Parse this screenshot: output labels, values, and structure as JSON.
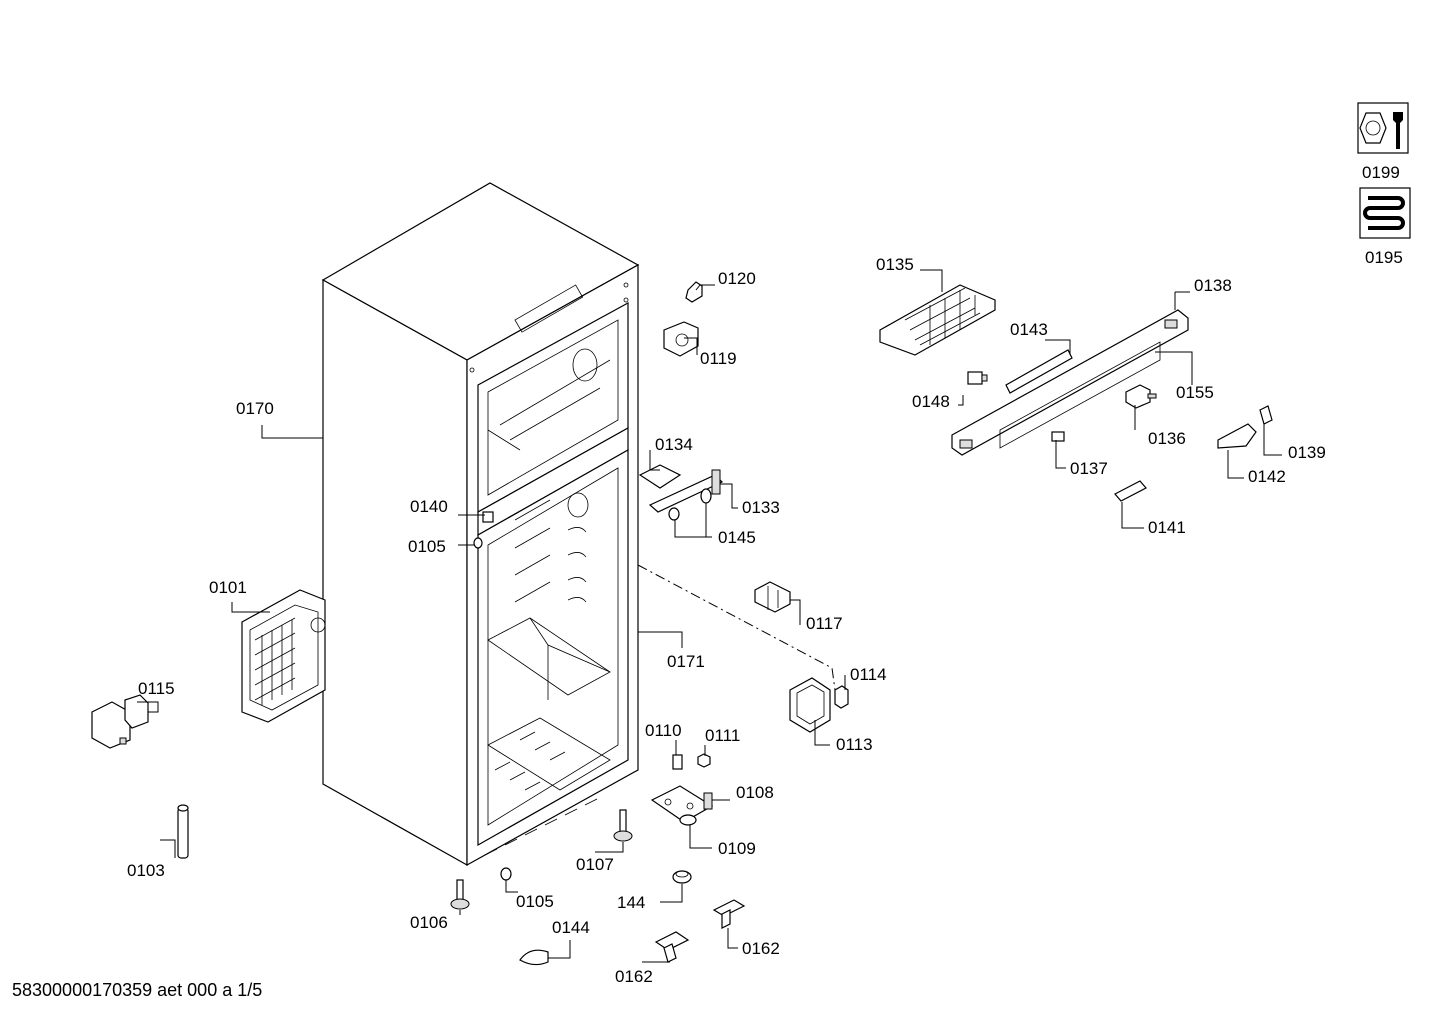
{
  "parts": {
    "p0199": "0199",
    "p0195": "0195",
    "p0120": "0120",
    "p0119": "0119",
    "p0170": "0170",
    "p0135": "0135",
    "p0138": "0138",
    "p0143": "0143",
    "p0155": "0155",
    "p0148": "0148",
    "p0136": "0136",
    "p0137": "0137",
    "p0139": "0139",
    "p0142": "0142",
    "p0141": "0141",
    "p0134": "0134",
    "p0133": "0133",
    "p0140": "0140",
    "p0105a": "0105",
    "p0145": "0145",
    "p0101": "0101",
    "p0117": "0117",
    "p0171": "0171",
    "p0114": "0114",
    "p0115": "0115",
    "p0113": "0113",
    "p0110": "0110",
    "p0111": "0111",
    "p0108": "0108",
    "p0109": "0109",
    "p0103": "0103",
    "p0107": "0107",
    "p0105b": "0105",
    "p0106": "0106",
    "p144": "144",
    "p0144": "0144",
    "p0162a": "0162",
    "p0162b": "0162"
  },
  "footer": "58300000170359 aet 000 a 1/5",
  "icons": {
    "service": "wrench-nut-icon",
    "refrigerant": "refrigerant-coil-icon"
  }
}
